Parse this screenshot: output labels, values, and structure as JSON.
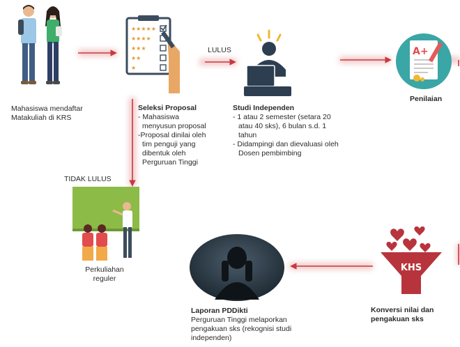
{
  "steps": {
    "daftar": {
      "label_line1": "Mahasiswa mendaftar",
      "label_line2": "Matakuliah di KRS"
    },
    "seleksi": {
      "title": "Seleksi Proposal",
      "lines": [
        "- Mahasiswa",
        "menyusun  proposal",
        "-Proposal dinilai oleh",
        "tim penguji yang",
        "dibentuk oleh",
        "Perguruan Tinggi"
      ]
    },
    "studi": {
      "title": "Studi Independen",
      "lines": [
        "- 1 atau 2 semester (setara 20",
        "atau 40 sks), 6 bulan s.d. 1",
        "tahun",
        "- Didampingi dan dievaluasi oleh",
        "Dosen pembimbing"
      ]
    },
    "penilaian": {
      "title": "Penilaian",
      "grade": "A+"
    },
    "perkuliahan": {
      "label_line1": "Perkuliahan",
      "label_line2": "reguler"
    },
    "laporan": {
      "title": "Laporan PDDikti",
      "lines": [
        "Perguruan Tinggi melaporkan",
        "pengakuan sks (rekognisi studi",
        "independen)"
      ]
    },
    "konversi": {
      "title_line1": "Konversi nilai dan",
      "title_line2": "pengakuan sks",
      "funnel_text": "KHS"
    }
  },
  "edge_labels": {
    "lulus": "LULUS",
    "tidak_lulus": "TIDAK LULUS"
  },
  "colors": {
    "arrow": "#c53a3f",
    "glow": "#f3c9c9",
    "dark_navy": "#2d3e50",
    "heart_red": "#b8343c",
    "board_green": "#8dbb47"
  }
}
